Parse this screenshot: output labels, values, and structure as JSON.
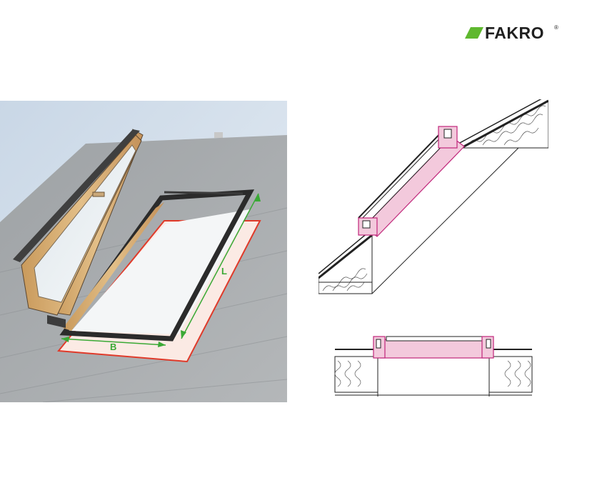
{
  "brand": {
    "name": "FAKRO",
    "registered_mark": "®",
    "accent_color": "#5fb82f"
  },
  "product_view": {
    "dimension_width_label": "B",
    "dimension_length_label": "L",
    "dimension_color": "#3aa935",
    "opening_outline_color": "#e03a2a",
    "frame_wood_color": "#d9b27a",
    "roof_color": "#a9adb0"
  },
  "section_view": {
    "frame_highlight_color": "#f3c9dc",
    "outline_color": "#c0267a"
  },
  "plan_view": {
    "frame_highlight_color": "#f3c9dc",
    "outline_color": "#c0267a"
  }
}
